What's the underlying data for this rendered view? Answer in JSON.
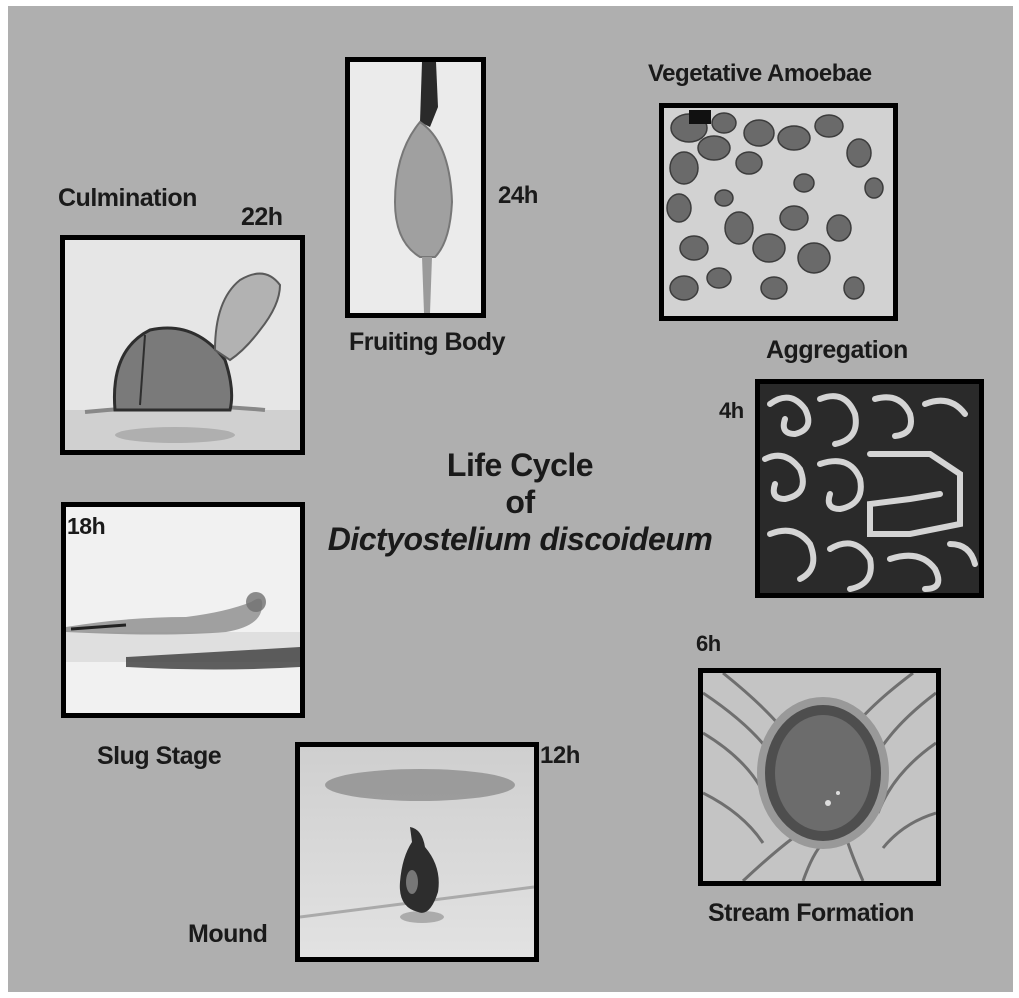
{
  "title": {
    "line1": "Life Cycle",
    "line2": "of",
    "line3": "Dictyostelium discoideum"
  },
  "stages": {
    "vegetative": {
      "name": "Vegetative Amoebae"
    },
    "aggregation": {
      "name": "Aggregation",
      "time": "4h"
    },
    "stream": {
      "name": "Stream Formation",
      "time": "6h"
    },
    "mound": {
      "name": "Mound",
      "time": "12h"
    },
    "slug": {
      "name": "Slug Stage",
      "time": "18h"
    },
    "culmination": {
      "name": "Culmination",
      "time": "22h"
    },
    "fruiting": {
      "name": "Fruiting Body",
      "time": "24h"
    }
  },
  "colors": {
    "background": "#afafaf",
    "frame": "#000000",
    "text": "#1a1a1a"
  }
}
